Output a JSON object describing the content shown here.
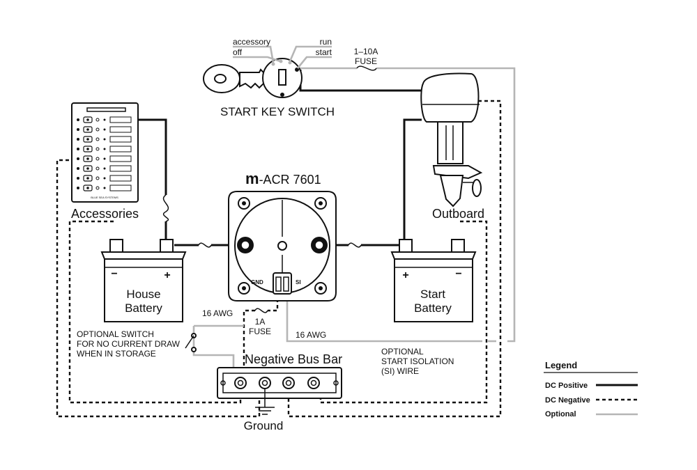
{
  "labels": {
    "key_accessory": "accessory",
    "key_off": "off",
    "key_run": "run",
    "key_start": "start",
    "start_key_switch": "START KEY SWITCH",
    "fuse_top_amp": "1–10A",
    "fuse_top_word": "FUSE",
    "accessories": "Accessories",
    "outboard": "Outboard",
    "macr_prefix": "m",
    "macr_model": "-ACR 7601",
    "gnd": "GND",
    "si": "SI",
    "house_battery_1": "House",
    "house_battery_2": "Battery",
    "start_battery_1": "Start",
    "start_battery_2": "Battery",
    "awg_left": "16 AWG",
    "awg_right": "16 AWG",
    "fuse_1a_amp": "1A",
    "fuse_1a_word": "FUSE",
    "optional_switch_1": "OPTIONAL SWITCH",
    "optional_switch_2": "FOR NO CURRENT DRAW",
    "optional_switch_3": "WHEN IN STORAGE",
    "negative_bus_bar": "Negative Bus Bar",
    "optional_si_1": "OPTIONAL",
    "optional_si_2": "START ISOLATION",
    "optional_si_3": "(SI) WIRE",
    "ground": "Ground",
    "panel_brand": "BLUE SEA SYSTEMS"
  },
  "legend": {
    "title": "Legend",
    "items": [
      {
        "label": "DC Positive",
        "style": "solid",
        "color": "#111111"
      },
      {
        "label": "DC Negative",
        "style": "dashed",
        "color": "#111111"
      },
      {
        "label": "Optional",
        "style": "solid",
        "color": "#b5b5b5"
      }
    ]
  },
  "colors": {
    "line": "#111111",
    "optional": "#b5b5b5",
    "background": "#ffffff"
  }
}
